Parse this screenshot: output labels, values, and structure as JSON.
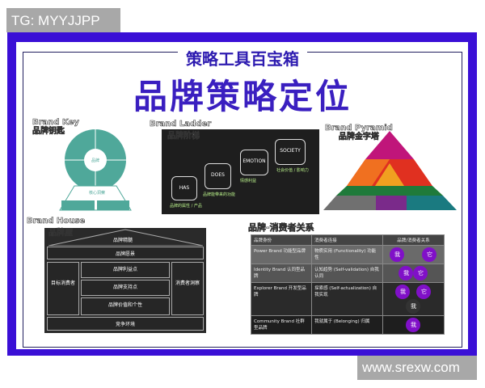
{
  "watermarks": {
    "top": "TG: MYYJJPP",
    "bottom": "www.srexw.com"
  },
  "header": {
    "subtitle": "策略工具百宝箱",
    "title": "品牌策略定位"
  },
  "brand_key": {
    "title_en": "Brand Key",
    "title_cn": "品牌钥匙",
    "center": "品牌",
    "base": "核心洞察"
  },
  "brand_ladder": {
    "title_en": "Brand Ladder",
    "title_cn": "品牌阶梯",
    "steps": [
      {
        "label": "HAS",
        "caption": "品牌的属性 / 产品"
      },
      {
        "label": "DOES",
        "caption": "品牌能带来的功能"
      },
      {
        "label": "EMOTION",
        "caption": "情感利益"
      },
      {
        "label": "SOCIETY",
        "caption": "社会价值 / 影响力"
      }
    ]
  },
  "brand_pyramid": {
    "title_en": "Brand Pyramid",
    "title_cn": "品牌金字塔"
  },
  "brand_house": {
    "title_en": "Brand House",
    "title_cn": "品牌屋",
    "roof": "品牌精髓",
    "vision": "品牌愿景",
    "benefit": "品牌利益点",
    "support": "品牌支持点",
    "values": "品牌价值和个性",
    "left": "目标消费者",
    "right": "消费者洞察",
    "base": "竞争环境"
  },
  "relations": {
    "title": "品牌-消费者关系",
    "headers": [
      "品牌身份",
      "消费者连接",
      "品牌/消费者关系"
    ],
    "rows": [
      {
        "brand": "Power Brand 功能型品牌",
        "link": "物质实用 (Functionality) 功能性",
        "circles": [
          "我",
          "它"
        ]
      },
      {
        "brand": "Identity Brand 认同型品牌",
        "link": "认知趋势 (Self-validation) 自我认同",
        "circles": [
          "我",
          "它"
        ]
      },
      {
        "brand": "Explorer Brand 开发型品牌",
        "link": "探索感 (Self-actualization) 自我实现",
        "circles": [
          "我",
          "它",
          "我"
        ]
      },
      {
        "brand": "Community Brand 社群型品牌",
        "link": "我就属于 (Belonging) 归属",
        "circles": [
          "我"
        ]
      }
    ]
  },
  "colors": {
    "frame": "#3a0fd6",
    "teal": "#4fa89a",
    "circle": "#8010c8"
  }
}
